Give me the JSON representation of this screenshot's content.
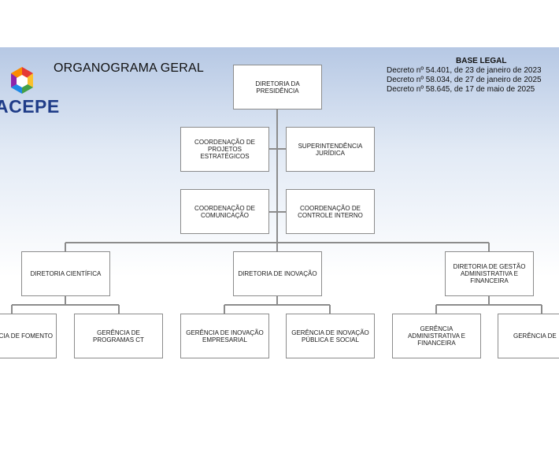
{
  "header": {
    "title": "ORGANOGRAMA GERAL",
    "logo_text": "ACEPE",
    "legal_title": "BASE LEGAL",
    "legal_lines": [
      "Decreto nº 54.401, de 23 de janeiro de 2023",
      "Decreto nº 58.034, de 27 de janeiro de 2025",
      "Decreto nº 58.645, de 17 de maio de 2025"
    ]
  },
  "org": {
    "presidencia": "DIRETORIA DA\nPRESIDÊNCIA",
    "coord_projetos": "COORDENAÇÃO DE\nPROJETOS\nESTRATÉGICOS",
    "superintendencia": "SUPERINTENDÊNCIA\nJURÍDICA",
    "coord_comunicacao": "COORDENAÇÃO DE\nCOMUNICAÇÃO",
    "coord_controle": "COORDENAÇÃO DE\nCONTROLE INTERNO",
    "dir_cientifica": "DIRETORIA CIENTÍFICA",
    "dir_inovacao": "DIRETORIA DE INOVAÇÃO",
    "dir_gestao": "DIRETORIA DE GESTÃO\nADMINISTRATIVA E\nFINANCEIRA",
    "ger_fomento": "GERÊNCIA DE FOMENTO",
    "ger_programas": "GERÊNCIA DE\nPROGRAMAS CT",
    "ger_inov_empresarial": "GERÊNCIA DE INOVAÇÃO\nEMPRESARIAL",
    "ger_inov_publica": "GERÊNCIA DE INOVAÇÃO\nPÚBLICA E SOCIAL",
    "ger_admin": "GERÊNCIA\nADMINISTRATIVA E\nFINANCEIRA",
    "ger_de": "GERÊNCIA DE"
  },
  "colors": {
    "box_border": "#8c8c8c",
    "connector": "#8c8c8c",
    "logo_blue": "#1f3c88",
    "logo_hex": [
      "#e53935",
      "#fbc02d",
      "#43a047",
      "#1e88e5",
      "#8e24aa",
      "#fb8c00"
    ]
  }
}
